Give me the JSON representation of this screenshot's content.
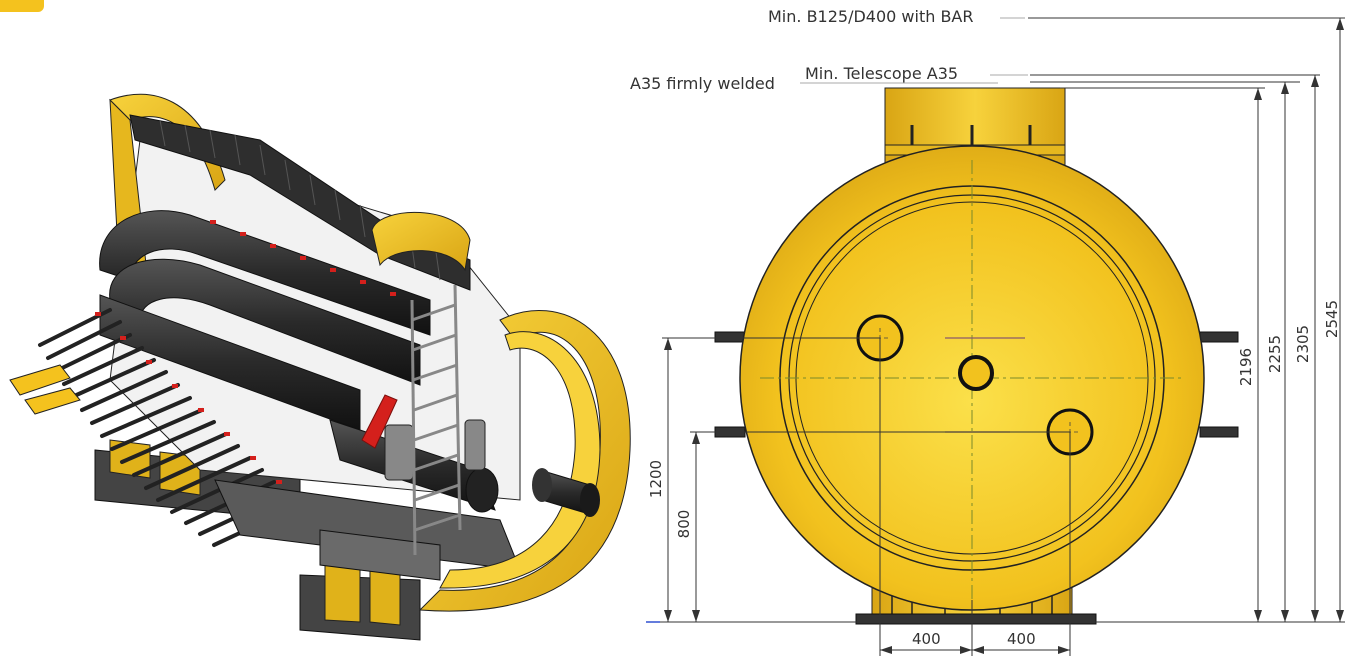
{
  "labels": {
    "top_cover": "Min. B125/D400 with BAR",
    "telescope": "Min. Telescope A35",
    "welded": "A35 firmly welded"
  },
  "dimensions": {
    "h_2545": "2545",
    "h_2305": "2305",
    "h_2255": "2255",
    "h_2196": "2196",
    "h_1200": "1200",
    "h_800": "800",
    "w_400_left": "400",
    "w_400_right": "400"
  },
  "colors": {
    "tank_yellow": "#f4c21e",
    "tank_yellow_dark": "#d9a514",
    "pipe_black": "#2a2a2a",
    "valve_red": "#d4201c",
    "line_gray": "#333333",
    "center_line": "#7a8a2a",
    "hidden_line": "#8a5a6a"
  },
  "icons": {
    "corner_tag": "yellow-corner-tag"
  }
}
